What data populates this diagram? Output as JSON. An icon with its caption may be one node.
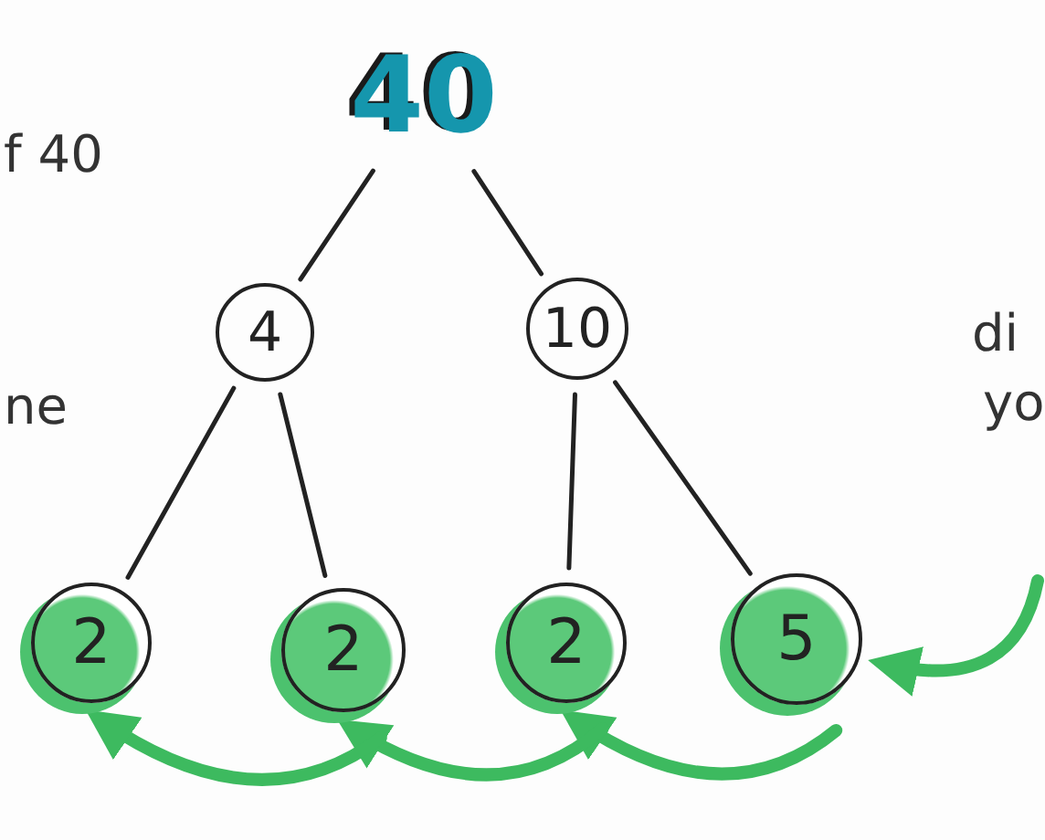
{
  "diagram": {
    "nodes": [
      {
        "text": [
          "40"
        ]
      },
      {
        "text": [
          "4"
        ]
      },
      {
        "text": [
          "10"
        ]
      },
      {
        "text": [
          "2"
        ]
      },
      {
        "text": [
          "2"
        ]
      },
      {
        "text": [
          "2"
        ]
      },
      {
        "text": [
          "5"
        ]
      }
    ],
    "edges": [
      {
        "from": 0,
        "to": 1,
        "arrow": "none"
      },
      {
        "from": 0,
        "to": 2,
        "arrow": "none"
      },
      {
        "from": 1,
        "to": 3,
        "arrow": "none"
      },
      {
        "from": 1,
        "to": 4,
        "arrow": "none"
      },
      {
        "from": 2,
        "to": 5,
        "arrow": "none"
      },
      {
        "from": 2,
        "to": 6,
        "arrow": "none"
      },
      {
        "from": null,
        "to": 6,
        "arrow": "to",
        "style": "thick",
        "color": "#3dba5f"
      },
      {
        "from": 6,
        "to": 5,
        "arrow": "to",
        "style": "thick",
        "color": "#3dba5f"
      },
      {
        "from": 5,
        "to": 4,
        "arrow": "to",
        "style": "thick",
        "color": "#3dba5f"
      },
      {
        "from": 4,
        "to": 3,
        "arrow": "to",
        "style": "thick",
        "color": "#3dba5f"
      }
    ],
    "labels": [
      "f 40",
      "ne",
      "di",
      "yo"
    ]
  }
}
